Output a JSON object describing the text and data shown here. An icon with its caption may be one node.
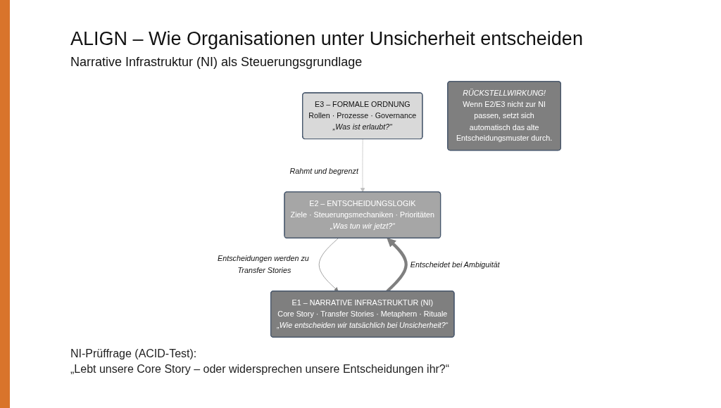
{
  "diagram": {
    "title": "ALIGN – Wie Organisationen unter Unsicherheit entscheiden",
    "nodes": [
      {
        "text": [
          "E3 – FORMALE ORDNUNG",
          "Rollen · Prozesse · Governance",
          "„Was ist erlaubt?“"
        ]
      },
      {
        "text": [
          "E2 – ENTSCHEIDUNGSLOGIK",
          "Ziele · Steuerungsmechaniken · Prioritäten",
          "„Was tun wir jetzt?“"
        ]
      },
      {
        "text": [
          "E1 – NARRATIVE INFRASTRUKTUR (NI)",
          "Core Story · Transfer Stories · Metaphern · Rituale",
          "„Wie entscheiden wir tatsächlich bei Unsicherheit?“"
        ]
      },
      {
        "text": [
          "RÜCKSTELLWIRKUNG!",
          "Wenn E2/E3 nicht zur NI passen, setzt sich automatisch das alte Entscheidungsmuster durch."
        ]
      }
    ],
    "edges": [
      {
        "from": 0,
        "to": 1,
        "arrow": "to",
        "label": "Rahmt und begrenzt",
        "color": "#bfbfbf"
      },
      {
        "from": 2,
        "to": 1,
        "arrow": "to",
        "label": "Entscheidet bei Ambiguität",
        "style": "thick"
      },
      {
        "from": 1,
        "to": 2,
        "arrow": "to",
        "label": "Entscheidungen werden zu Transfer Stories"
      }
    ],
    "labels": [
      "Narrative Infrastruktur (NI) als Steuerungsgrundlage",
      "NI-Prüffrage (ACID-Test):",
      "„Lebt unsere Core Story – oder widersprechen unsere Entscheidungen ihr?“"
    ]
  }
}
